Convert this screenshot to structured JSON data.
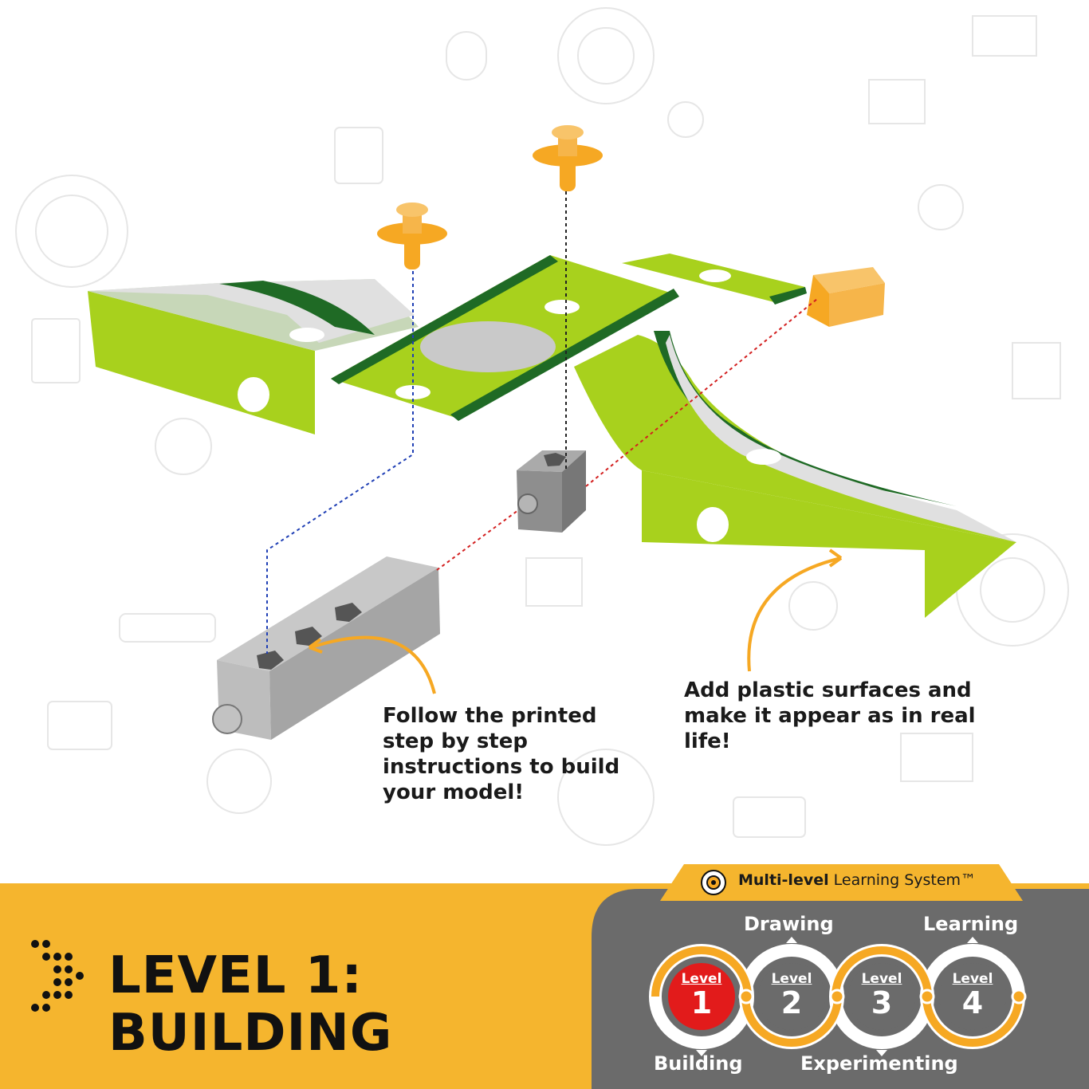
{
  "captions": {
    "left": "Follow the printed step by step instructions to build your model!",
    "right": "Add plastic surfaces and make it appear as in real life!"
  },
  "level_title": {
    "line1": "LEVEL 1:",
    "line2": "BUILDING"
  },
  "mls": {
    "title_bold": "Multi-level",
    "title_rest": "Learning System™",
    "stages": {
      "drawing": "Drawing",
      "learning": "Learning",
      "building": "Building",
      "experimenting": "Experimenting"
    },
    "levels": [
      {
        "word": "Level",
        "number": "1",
        "active": true
      },
      {
        "word": "Level",
        "number": "2",
        "active": false
      },
      {
        "word": "Level",
        "number": "3",
        "active": false
      },
      {
        "word": "Level",
        "number": "4",
        "active": false
      }
    ]
  },
  "colors": {
    "band": "#f5b52e",
    "panel": "#6b6b6b",
    "active_level": "#e21b1b",
    "green_light": "#a8d11d",
    "green_dark": "#1f6a25",
    "accent_orange": "#f6a823"
  }
}
